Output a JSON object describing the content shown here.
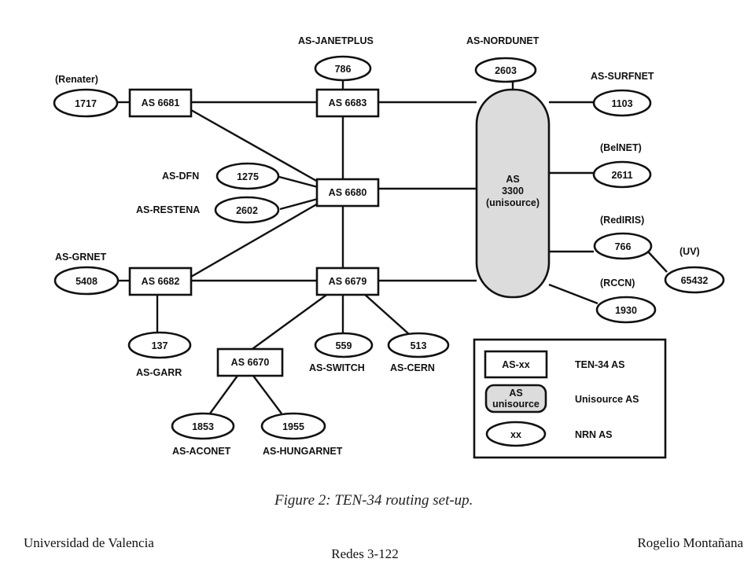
{
  "caption": "Figure 2: TEN-34 routing set-up.",
  "footer": {
    "left": "Universidad de Valencia",
    "center": "Redes 3-122",
    "right": "Rogelio Montañana"
  },
  "nodes": {
    "as6681": "AS 6681",
    "as6683": "AS 6683",
    "as6680": "AS 6680",
    "as6682": "AS 6682",
    "as6679": "AS 6679",
    "as6670": "AS 6670",
    "as3300": [
      "AS",
      "3300",
      "(unisource)"
    ],
    "n1717": "1717",
    "n786": "786",
    "n2603": "2603",
    "n1103": "1103",
    "n1275": "1275",
    "n2602": "2602",
    "n2611": "2611",
    "n766": "766",
    "n65432": "65432",
    "n5408": "5408",
    "n1930": "1930",
    "n137": "137",
    "n559": "559",
    "n513": "513",
    "n1853": "1853",
    "n1955": "1955"
  },
  "labels": {
    "renater": "(Renater)",
    "janetplus": "AS-JANETPLUS",
    "nordunet": "AS-NORDUNET",
    "surfnet": "AS-SURFNET",
    "dfn": "AS-DFN",
    "restena": "AS-RESTENA",
    "belnet": "(BelNET)",
    "rediris": "(RedIRIS)",
    "uv": "(UV)",
    "grnet": "AS-GRNET",
    "rccn": "(RCCN)",
    "garr": "AS-GARR",
    "switch": "AS-SWITCH",
    "cern": "AS-CERN",
    "aconet": "AS-ACONET",
    "hungarnet": "AS-HUNGARNET"
  },
  "legend": {
    "box_symbol": "AS-xx",
    "box_desc": "TEN-34 AS",
    "capsule_symbol": [
      "AS",
      "unisource"
    ],
    "capsule_desc": "Unisource AS",
    "ellipse_symbol": "xx",
    "ellipse_desc": "NRN AS"
  },
  "colors": {
    "unisource_fill": "#dcdcdc",
    "line": "#111111"
  }
}
